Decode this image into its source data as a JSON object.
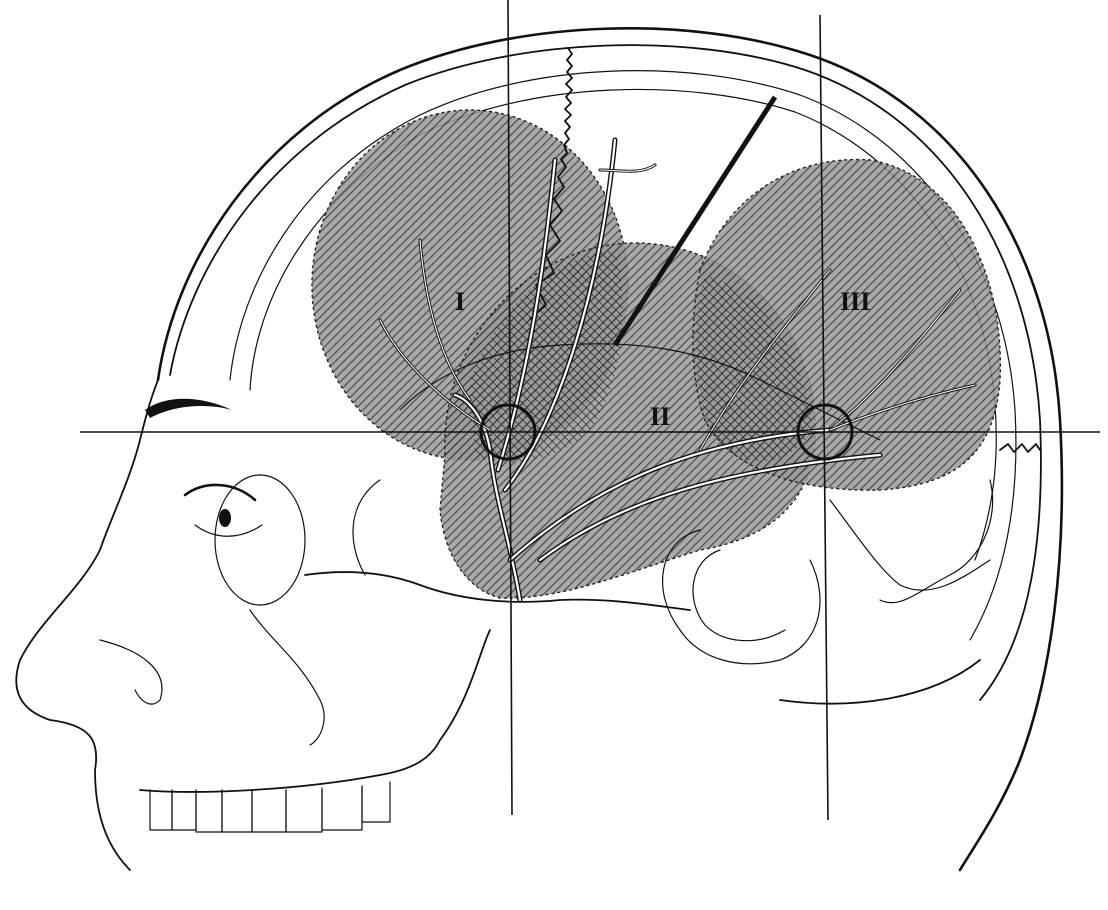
{
  "figure": {
    "zone_labels": {
      "zone_1": "I",
      "zone_2": "II",
      "zone_3": "III"
    }
  },
  "colors": {
    "ink": "#111111",
    "hatch": "#2a2a2a",
    "background": "#ffffff"
  }
}
